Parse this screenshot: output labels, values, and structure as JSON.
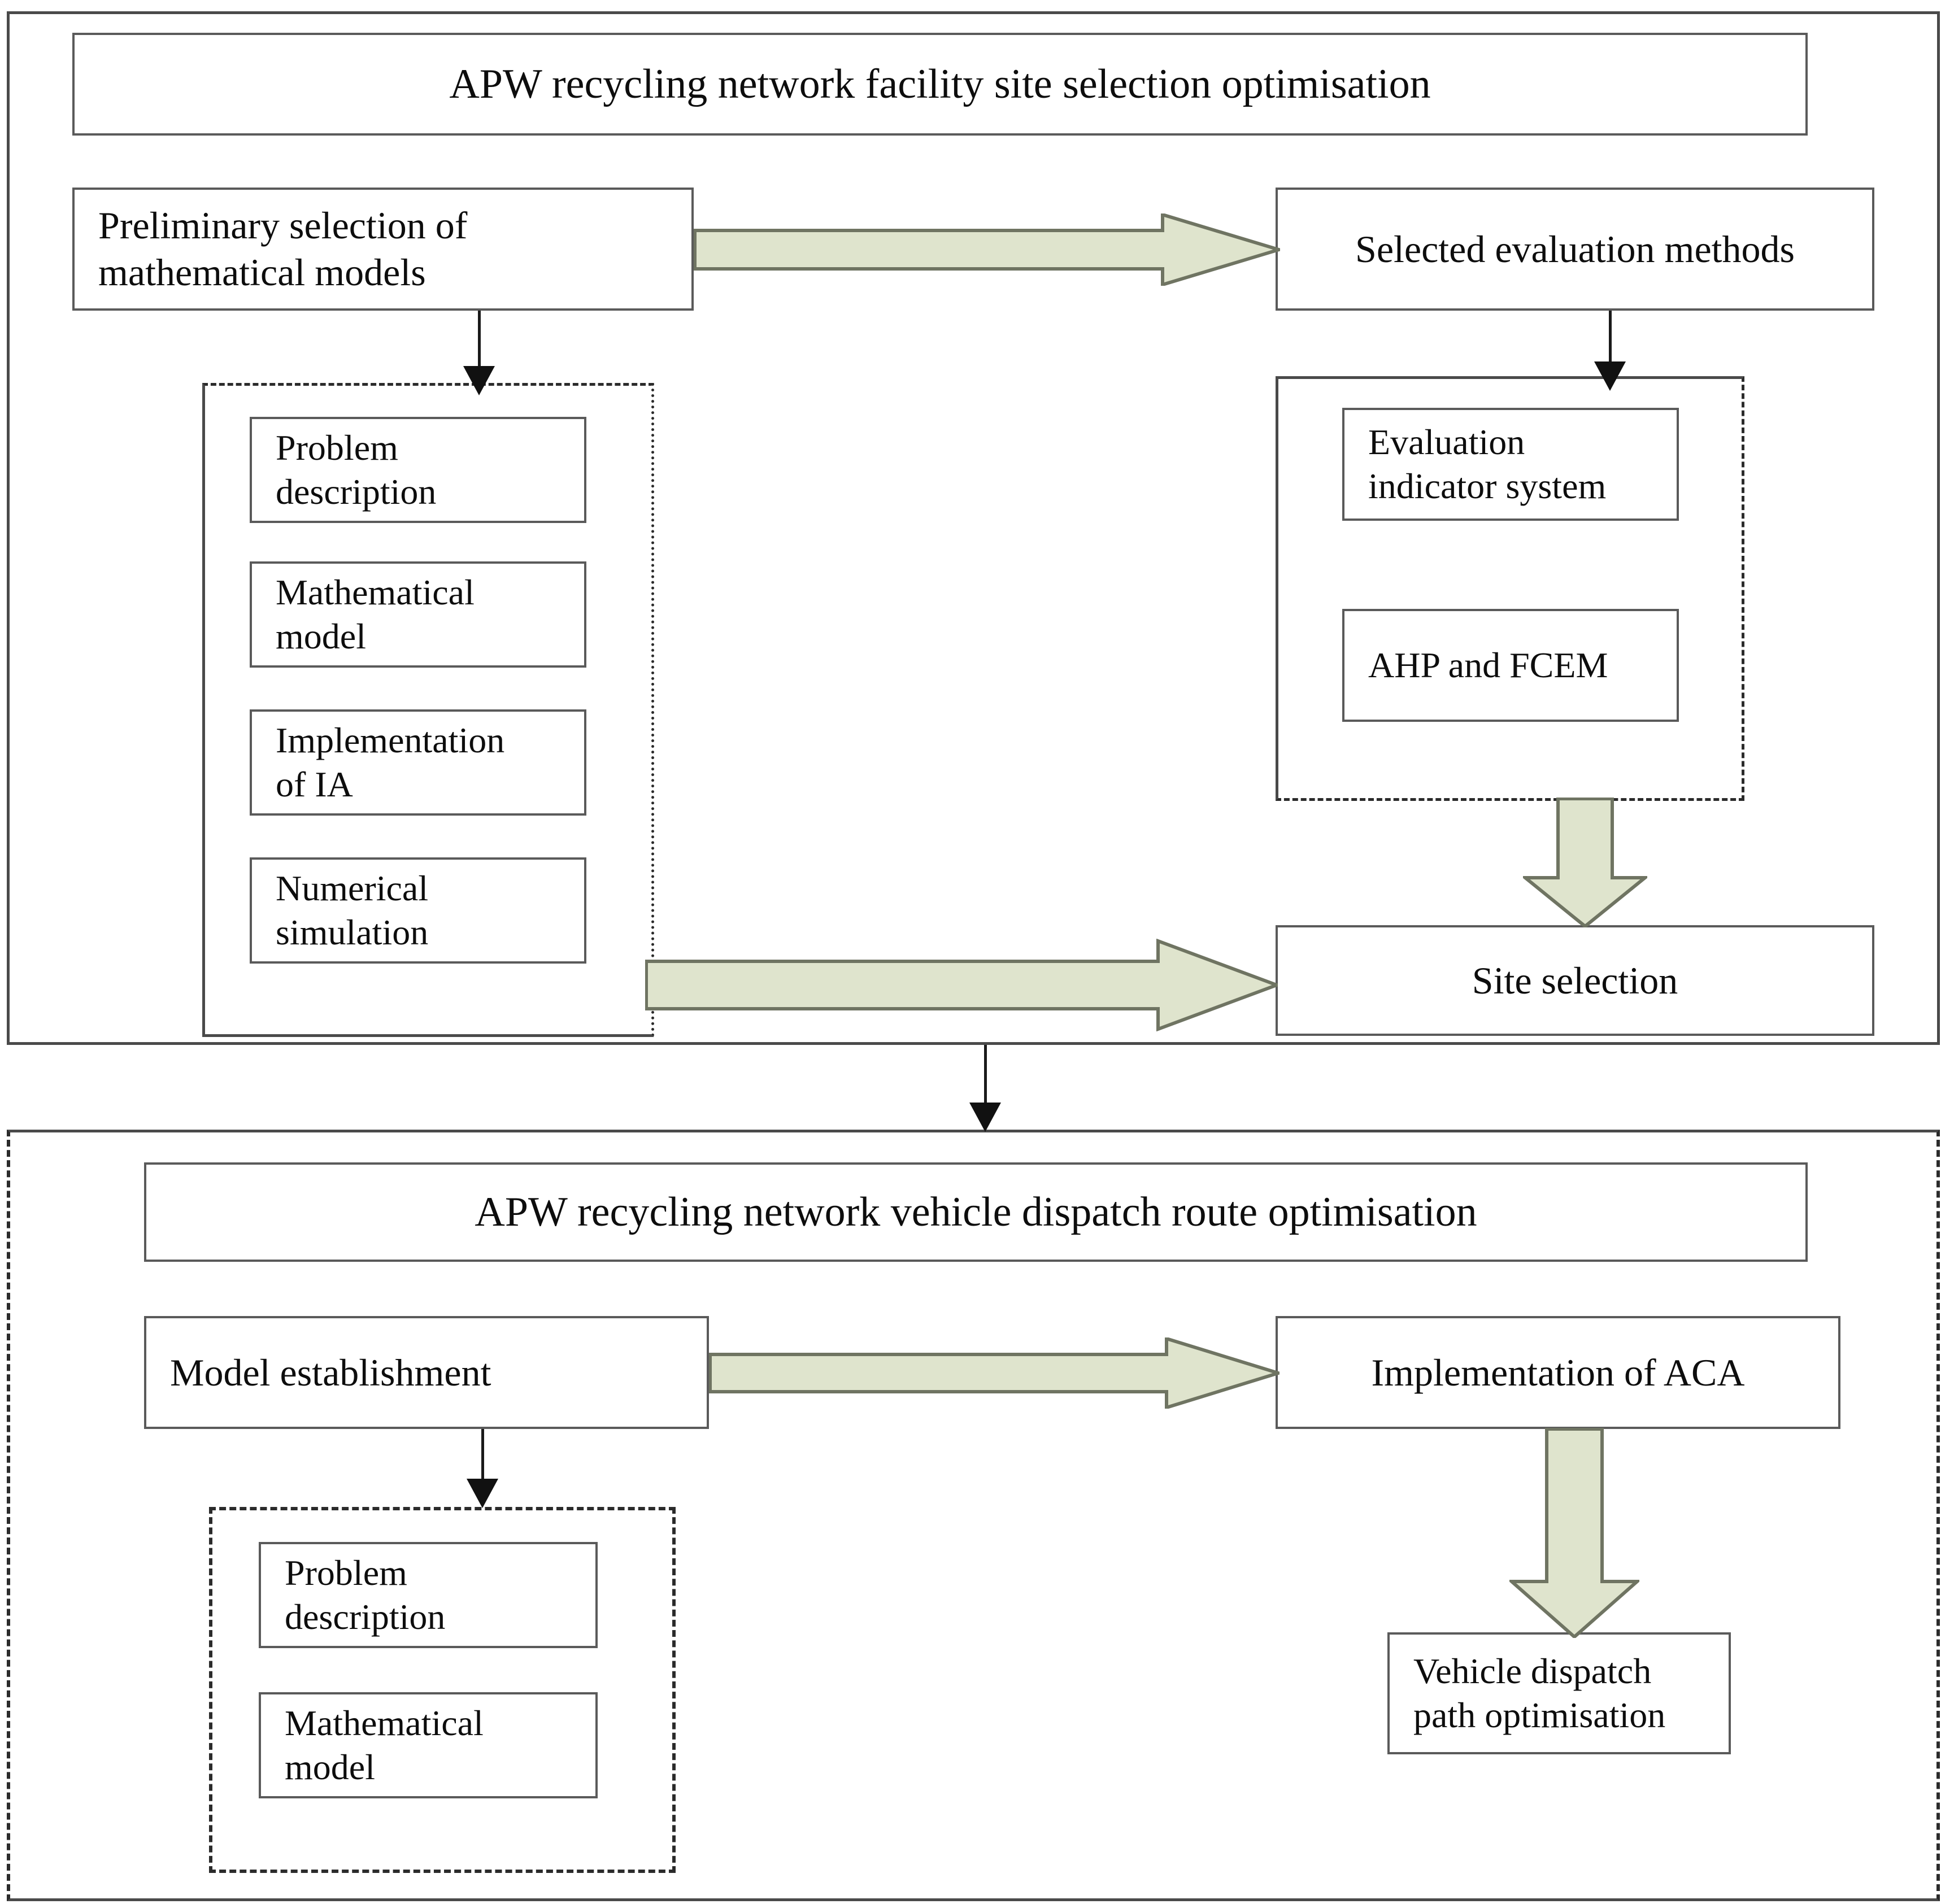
{
  "figure": {
    "type": "flowchart",
    "accent_arrow_fill": "#dfe4cd",
    "accent_arrow_stroke": "#6f7462",
    "box_stroke": "#5a5a5a",
    "panel_stroke": "#4a4a4a",
    "dashed_stroke": "#2b2b2b",
    "background": "#ffffff"
  },
  "panels": [
    {
      "id": "site-selection-panel",
      "title": "APW recycling network facility site selection optimisation",
      "border_style": "solid"
    },
    {
      "id": "route-optimisation-panel",
      "title": "APW recycling network vehicle dispatch route optimisation",
      "border_style": "dashed-sides"
    }
  ],
  "top_panel": {
    "title": "APW recycling network facility site selection optimisation",
    "left_head": "Preliminary selection of\nmathematical models",
    "right_head": "Selected evaluation methods",
    "left_group": {
      "items": [
        "Problem\ndescription",
        "Mathematical\nmodel",
        "Implementation\nof IA",
        "Numerical\nsimulation"
      ]
    },
    "right_group": {
      "items": [
        "Evaluation\nindicator system",
        "AHP and FCEM"
      ]
    },
    "result": "Site selection"
  },
  "bottom_panel": {
    "title": "APW recycling network vehicle dispatch route optimisation",
    "left_head": "Model establishment",
    "right_head": "Implementation of  ACA",
    "left_group": {
      "items": [
        "Problem\ndescription",
        "Mathematical\nmodel"
      ]
    },
    "result": "Vehicle  dispatch\npath optimisation"
  },
  "connectors": [
    {
      "name": "prelim-to-left-group",
      "kind": "thin-arrow",
      "direction": "down"
    },
    {
      "name": "prelim-to-evaluation",
      "kind": "block-arrow",
      "direction": "right"
    },
    {
      "name": "evaluation-to-right-group",
      "kind": "thin-arrow",
      "direction": "down"
    },
    {
      "name": "right-group-to-site-selection",
      "kind": "block-arrow",
      "direction": "down"
    },
    {
      "name": "left-group-to-site-selection",
      "kind": "block-arrow",
      "direction": "right"
    },
    {
      "name": "site-selection-panel-to-route-panel",
      "kind": "thin-arrow",
      "direction": "down"
    },
    {
      "name": "model-establishment-to-left-group",
      "kind": "thin-arrow",
      "direction": "down"
    },
    {
      "name": "model-establishment-to-aca",
      "kind": "block-arrow",
      "direction": "right"
    },
    {
      "name": "aca-to-vehicle-dispatch",
      "kind": "block-arrow",
      "direction": "down"
    }
  ]
}
